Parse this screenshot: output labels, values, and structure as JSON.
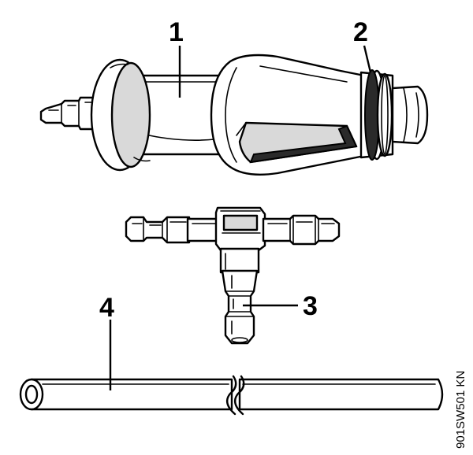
{
  "diagram": {
    "labels": {
      "part_1": "1",
      "part_2": "2",
      "part_3": "3",
      "part_4": "4"
    },
    "figure_code": "901SW501 KN"
  }
}
